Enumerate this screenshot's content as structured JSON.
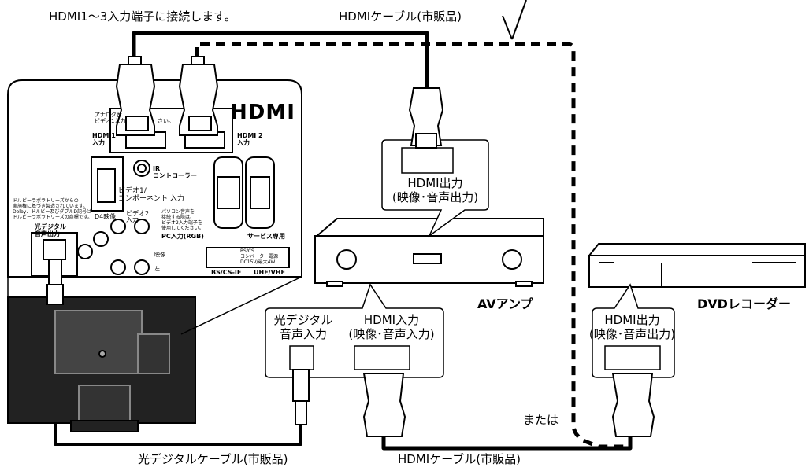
{
  "labels": {
    "hdmi_inputs_note": "HDMI1～3入力端子に接続します。",
    "hdmi_cable_top": "HDMIケーブル(市販品)",
    "hdmi_cable_bottom": "HDMIケーブル(市販品)",
    "optical_cable": "光デジタルケーブル(市販品)",
    "or_label": "または",
    "av_amp": "AVアンプ",
    "dvd_recorder": "DVDレコーダー",
    "amp_hdmi_out_1": "HDMI出力",
    "amp_hdmi_out_2": "(映像･音声出力)",
    "amp_optical_in_1": "光デジタル",
    "amp_optical_in_2": "音声入力",
    "amp_hdmi_in_1": "HDMI入力",
    "amp_hdmi_in_2": "(映像･音声入力)",
    "dvd_hdmi_out_1": "HDMI出力",
    "dvd_hdmi_out_2": "(映像･音声出力)"
  },
  "tv_panel": {
    "hdmi_logo": "HDMI",
    "hdmi1_label": "HDMI1\n入力",
    "hdmi2_label": "HDMI 2\n入力",
    "analog_note": "アナログ音\nビデオ1入力",
    "analog_note_end": "さい。",
    "ir_label": "IR\nコントローラー",
    "video1_label": "ビデオ1/\nコンポーネント 入力",
    "d4_label": "D4映像",
    "video2_label": "ビデオ2\n入力",
    "pc_note": "パソコン音声を\n接続する際は、\nビデオ2入力端子を\n使用してください。",
    "pc_label": "PC入力(RGB)",
    "service_label": "サービス専用",
    "dolby_note": "ドルビーラボラトリーズからの\n実施権に基づき製造されています。\nDolby、ドルビー及びダブルD記号は\nドルビーラボラトリーズの商標です。",
    "optical_label": "光デジタル\n音声出力",
    "video_small": "映像",
    "left_small": "左",
    "bs_note": "BS/CS\nコンバーター電源\nDC15V/最大4W",
    "bs_if_label": "BS/CS-IF",
    "uhf_label": "UHF/VHF"
  },
  "colors": {
    "line": "#000000",
    "background": "#ffffff",
    "cable_fill": "#ffffff"
  }
}
